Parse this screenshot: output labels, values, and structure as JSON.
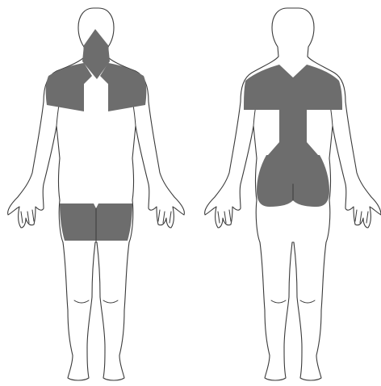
{
  "colors": {
    "background": "#ffffff",
    "outline": "#3a3a3a",
    "shaded_region": "#6d6d6d",
    "body_fill": "#ffffff"
  },
  "figures": [
    {
      "view": "front",
      "shaded_regions": [
        "neck-front",
        "left-shoulder-chest",
        "right-shoulder-chest",
        "upper-thighs-front"
      ]
    },
    {
      "view": "back",
      "shaded_regions": [
        "shoulders-upper-back",
        "spine-midline",
        "buttocks-lower-back"
      ]
    }
  ]
}
